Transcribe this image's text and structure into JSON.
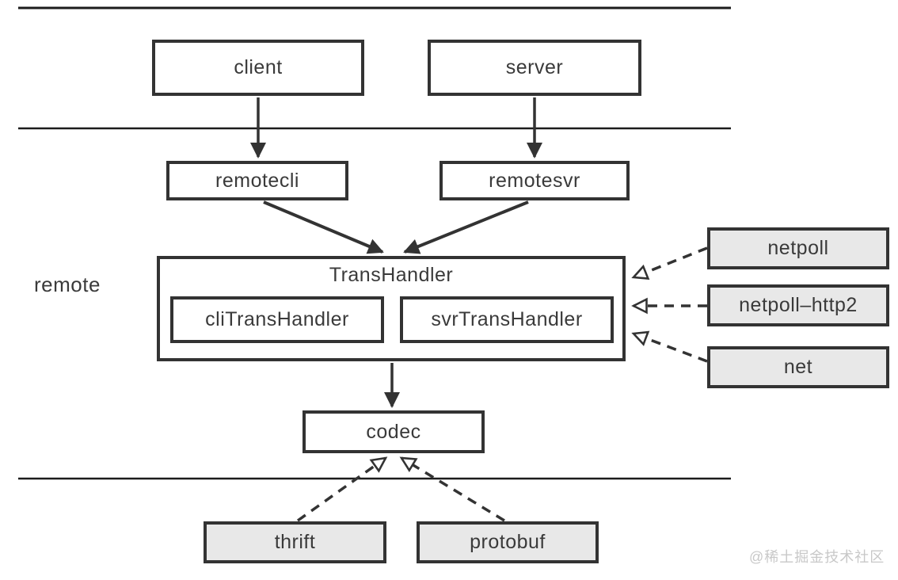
{
  "diagram": {
    "section_label": "remote",
    "watermark": "@稀土掘金技术社区",
    "nodes": {
      "client": "client",
      "server": "server",
      "remotecli": "remotecli",
      "remotesvr": "remotesvr",
      "transhandler": "TransHandler",
      "cli_transhandler": "cliTransHandler",
      "svr_transhandler": "svrTransHandler",
      "codec": "codec",
      "netpoll": "netpoll",
      "netpoll_http2": "netpoll–http2",
      "net": "net",
      "thrift": "thrift",
      "protobuf": "protobuf"
    },
    "edges": [
      {
        "from": "client",
        "to": "remotecli",
        "style": "solid-arrow"
      },
      {
        "from": "server",
        "to": "remotesvr",
        "style": "solid-arrow"
      },
      {
        "from": "remotecli",
        "to": "transhandler",
        "style": "solid-arrow"
      },
      {
        "from": "remotesvr",
        "to": "transhandler",
        "style": "solid-arrow"
      },
      {
        "from": "transhandler",
        "to": "codec",
        "style": "solid-arrow"
      },
      {
        "from": "netpoll",
        "to": "transhandler",
        "style": "dashed-open-arrow"
      },
      {
        "from": "netpoll_http2",
        "to": "transhandler",
        "style": "dashed-open-arrow"
      },
      {
        "from": "net",
        "to": "transhandler",
        "style": "dashed-open-arrow"
      },
      {
        "from": "thrift",
        "to": "codec",
        "style": "dashed-open-arrow"
      },
      {
        "from": "protobuf",
        "to": "codec",
        "style": "dashed-open-arrow"
      }
    ],
    "colors": {
      "box_border": "#333333",
      "text": "#3a3a3a",
      "grey_fill": "#e8e8e8",
      "white_fill": "#ffffff",
      "watermark_text": "#c8c8c8",
      "line": "#333333"
    }
  }
}
